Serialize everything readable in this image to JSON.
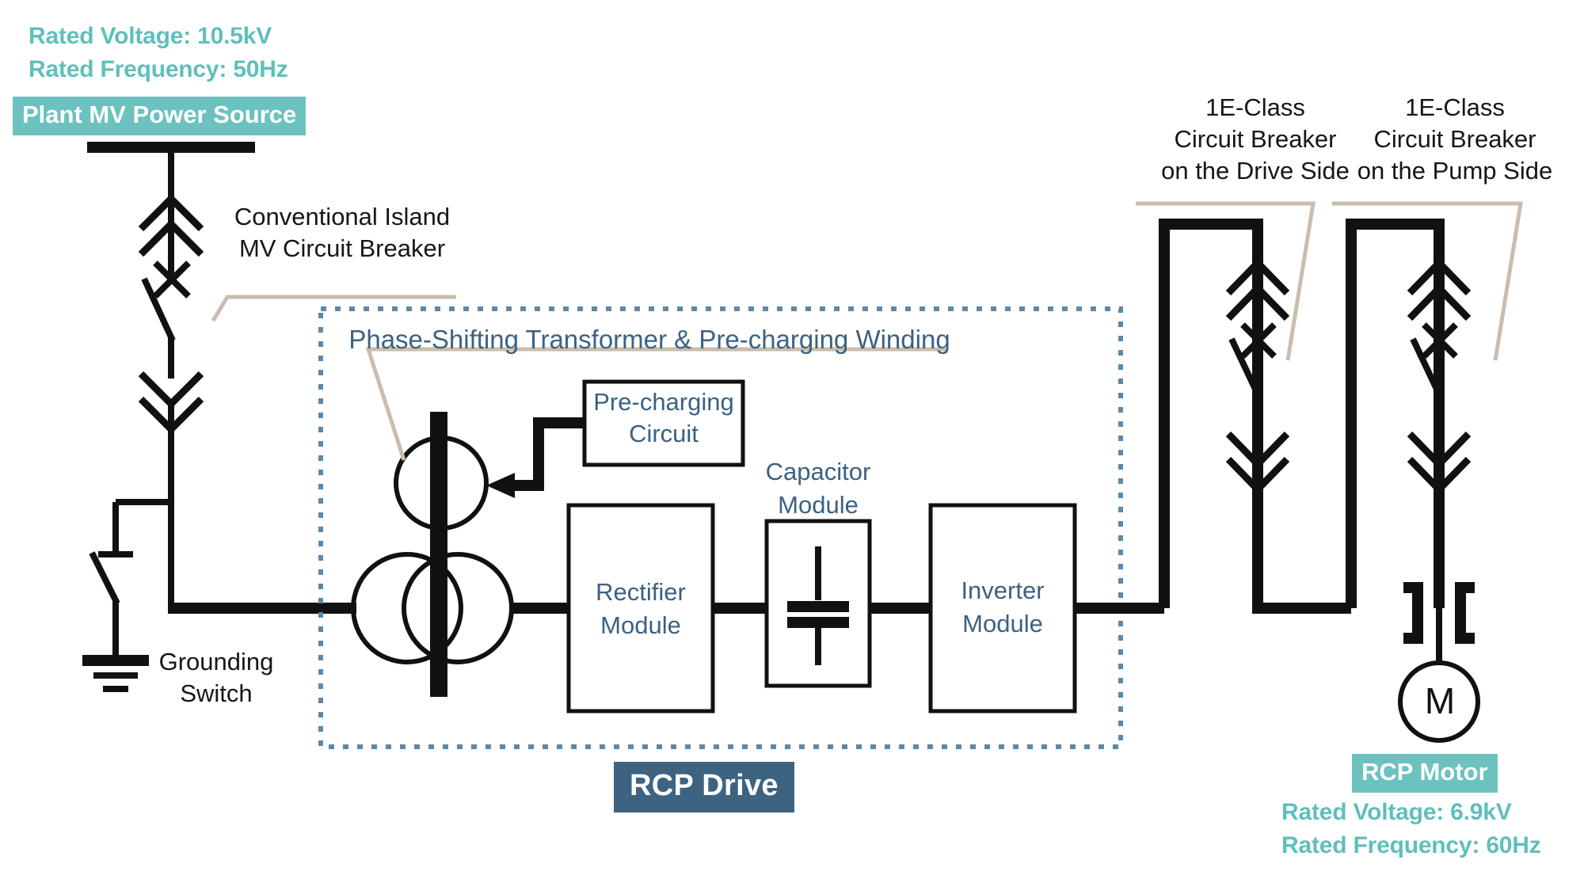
{
  "diagram": {
    "title": "RCP Drive single-line diagram",
    "colors": {
      "teal": "#6BC2BF",
      "teal_text": "#5FBFBC",
      "dark_blue": "#3D6381",
      "label_blue": "#3B6182",
      "leader_tan": "#C9BDAE",
      "wire_black": "#111111",
      "background": "#FFFFFF"
    }
  },
  "source": {
    "rated_voltage": "Rated Voltage: 10.5kV",
    "rated_frequency": "Rated Frequency: 50Hz",
    "chip_label": "Plant MV Power Source"
  },
  "breakers": {
    "mv_label_line1": "Conventional Island",
    "mv_label_line2": "MV Circuit Breaker",
    "drive_side_line1": "1E-Class",
    "drive_side_line2": "Circuit Breaker",
    "drive_side_line3": "on the Drive Side",
    "pump_side_line1": "1E-Class",
    "pump_side_line2": "Circuit Breaker",
    "pump_side_line3": "on the Pump Side"
  },
  "grounding": {
    "label_line1": "Grounding",
    "label_line2": "Switch"
  },
  "drive": {
    "chip_label": "RCP Drive",
    "transformer_label": "Phase-Shifting Transformer & Pre-charging Winding",
    "precharge_line1": "Pre-charging",
    "precharge_line2": "Circuit",
    "rectifier_line1": "Rectifier",
    "rectifier_line2": "Module",
    "capacitor_line1": "Capacitor",
    "capacitor_line2": "Module",
    "inverter_line1": "Inverter",
    "inverter_line2": "Module"
  },
  "motor": {
    "symbol_letter": "M",
    "chip_label": "RCP Motor",
    "rated_voltage": "Rated Voltage: 6.9kV",
    "rated_frequency": "Rated Frequency: 60Hz"
  }
}
